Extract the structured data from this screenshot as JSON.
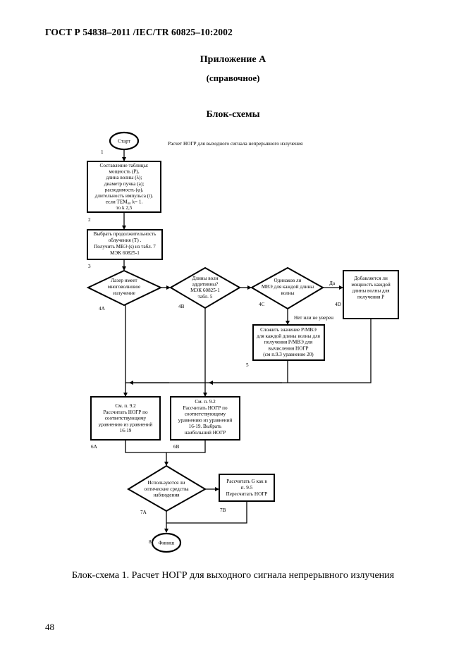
{
  "header": {
    "doc_code": "ГОСТ Р 54838–2011 /IEC/TR 60825–10:2002"
  },
  "appendix": {
    "title": "Приложение А",
    "subtitle": "(справочное)",
    "section": "Блок-схемы"
  },
  "flowchart": {
    "chart_title": "Расчет НОГР для выходного сигнала непрерывного излучения",
    "start": {
      "label": "Старт",
      "num": "1"
    },
    "box2": {
      "lines": [
        "Составление таблицы:",
        "мощность (P),",
        "длина волны (λ);",
        "диаметр пучка (a);",
        "расходимость (φ),",
        "длительность импульса (t).",
        "если TEM₀₀ k= 1.",
        "то k  2,5"
      ],
      "num": "2"
    },
    "box3": {
      "lines": [
        "Выбрать продолжительность",
        "облучения (T) .",
        "Получить МВЭ (s)  из табл. 7",
        "МЭК 60825-1"
      ],
      "num": "3"
    },
    "d4a": {
      "lines": [
        "Лазер имеет",
        "многоволновое",
        "излучение"
      ],
      "num": "4A"
    },
    "d4b": {
      "lines": [
        "Длины волн",
        "аддитивны?",
        "МЭК 60825-1",
        "табл. 5"
      ],
      "num": "4B"
    },
    "d4c": {
      "lines": [
        "Одинаков ли",
        "МВЭ для каждой длины",
        "волны"
      ],
      "num": "4C",
      "yes": "Да",
      "no": "Нет или не уверен"
    },
    "box4d": {
      "lines": [
        "Добавляется ли",
        "мощность каждой",
        "длины волны для",
        "получения P"
      ],
      "num": "4D"
    },
    "box5": {
      "lines": [
        "Сложить значение P/MВЭ",
        "для каждой длины волны для",
        "получения P/MВЭ для",
        "вычисления НОГР",
        "(см  п.9.3 уравнение 20)"
      ],
      "num": "5"
    },
    "box6a": {
      "lines": [
        "См. п. 9.2",
        "Рассчитать НОГР по",
        "соответствующему",
        "уравнению из уравнений",
        "16-19"
      ],
      "num": "6A"
    },
    "box6b": {
      "lines": [
        "См. п. 9.2",
        "Рассчитать НОГР по",
        "соответствующему",
        "уравнению из уравнений",
        "16-19.  Выбрать",
        "наибольший НОГР"
      ],
      "num": "6B"
    },
    "d7a": {
      "lines": [
        "Используются ли",
        "оптические средства",
        "наблюдения"
      ],
      "num": "7A"
    },
    "box7b": {
      "lines": [
        "Рассчитать G как в",
        "п. 9.5",
        "Пересчитать НОГР"
      ],
      "num": "7B"
    },
    "finish": {
      "label": "Финиш",
      "num": "8"
    }
  },
  "caption": "Блок-схема 1. Расчет НОГР для выходного сигнала непрерывного излучения",
  "page_number": "48"
}
